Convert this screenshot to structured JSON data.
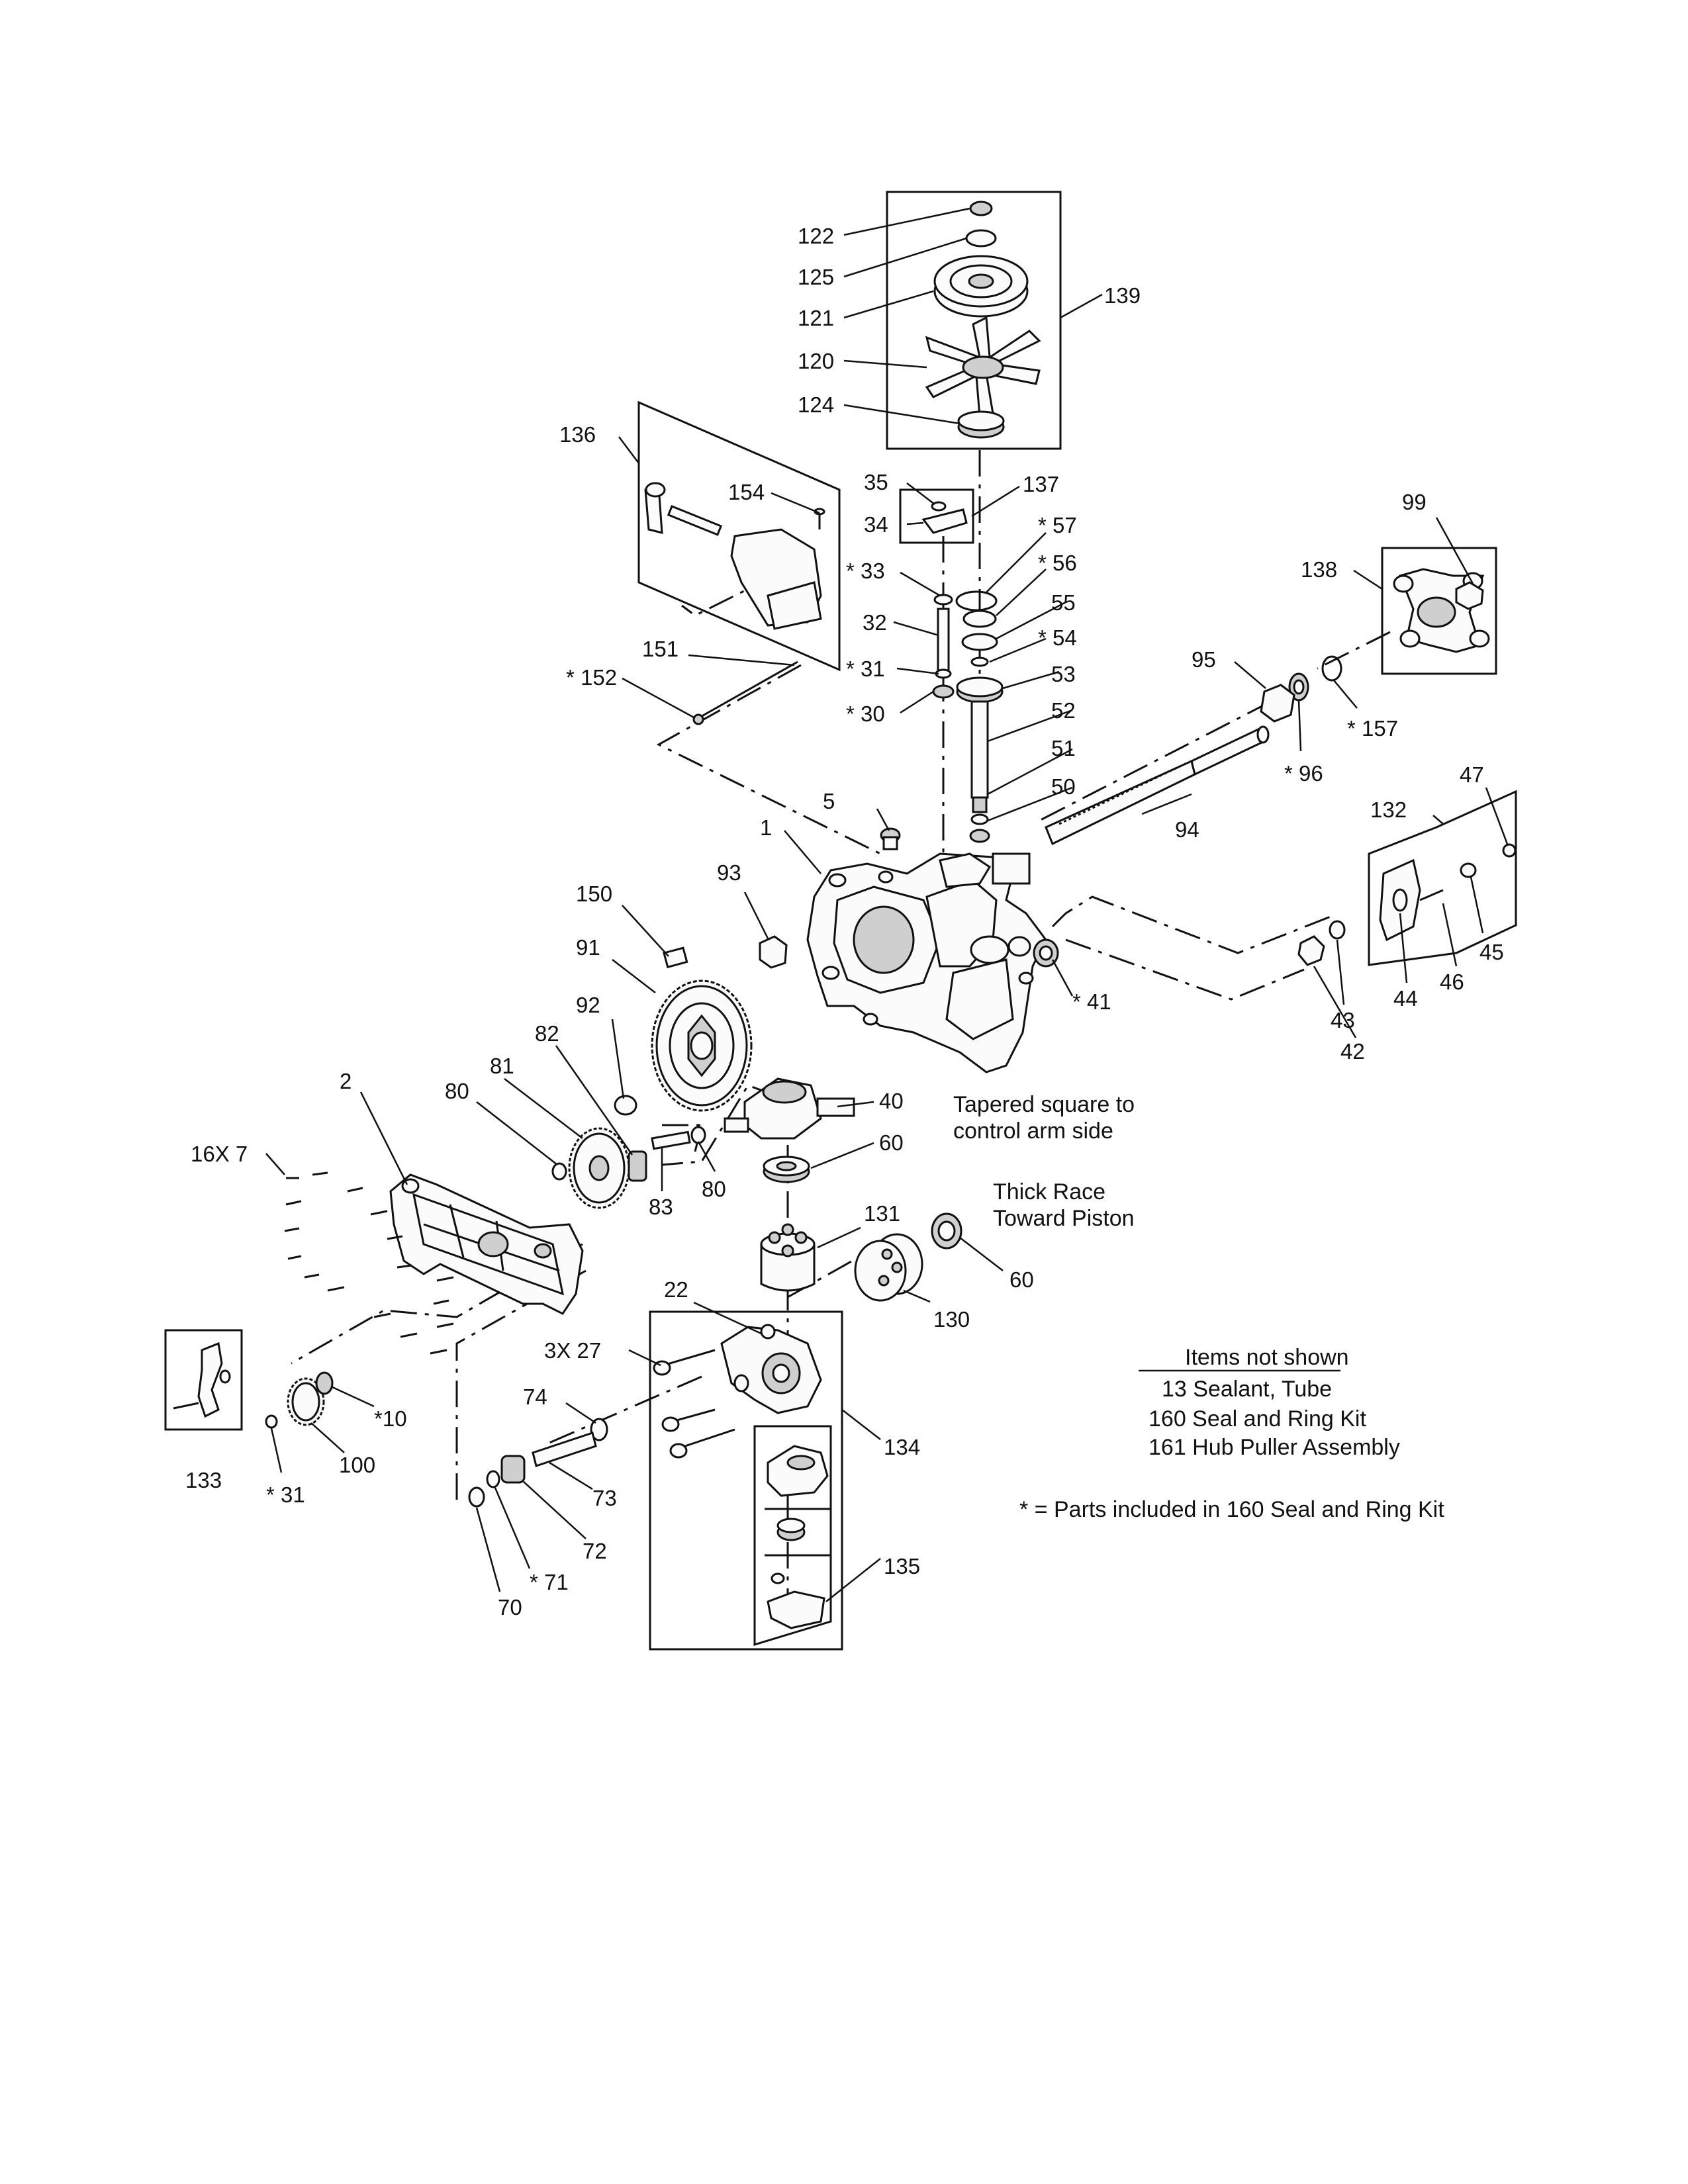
{
  "callouts": [
    {
      "id": "122",
      "text": "122"
    },
    {
      "id": "125",
      "text": "125"
    },
    {
      "id": "121",
      "text": "121"
    },
    {
      "id": "139",
      "text": "139"
    },
    {
      "id": "120",
      "text": "120"
    },
    {
      "id": "124",
      "text": "124"
    },
    {
      "id": "136",
      "text": "136"
    },
    {
      "id": "154",
      "text": "154"
    },
    {
      "id": "35",
      "text": "35"
    },
    {
      "id": "137",
      "text": "137"
    },
    {
      "id": "34",
      "text": "34"
    },
    {
      "id": "57",
      "text": "* 57"
    },
    {
      "id": "33",
      "text": "* 33"
    },
    {
      "id": "56",
      "text": "* 56"
    },
    {
      "id": "55",
      "text": "55"
    },
    {
      "id": "99",
      "text": "99"
    },
    {
      "id": "138",
      "text": "138"
    },
    {
      "id": "32",
      "text": "32"
    },
    {
      "id": "54",
      "text": "* 54"
    },
    {
      "id": "151",
      "text": "151"
    },
    {
      "id": "31a",
      "text": "* 31"
    },
    {
      "id": "53",
      "text": "53"
    },
    {
      "id": "95",
      "text": "95"
    },
    {
      "id": "152",
      "text": "* 152"
    },
    {
      "id": "30",
      "text": "* 30"
    },
    {
      "id": "52",
      "text": "52"
    },
    {
      "id": "157",
      "text": "* 157"
    },
    {
      "id": "96",
      "text": "* 96"
    },
    {
      "id": "51",
      "text": "51"
    },
    {
      "id": "50",
      "text": "50"
    },
    {
      "id": "47",
      "text": "47"
    },
    {
      "id": "5",
      "text": "5"
    },
    {
      "id": "132",
      "text": "132"
    },
    {
      "id": "94",
      "text": "94"
    },
    {
      "id": "1",
      "text": "1"
    },
    {
      "id": "93",
      "text": "93"
    },
    {
      "id": "150",
      "text": "150"
    },
    {
      "id": "45",
      "text": "45"
    },
    {
      "id": "91",
      "text": "91"
    },
    {
      "id": "46",
      "text": "46"
    },
    {
      "id": "41",
      "text": "* 41"
    },
    {
      "id": "44",
      "text": "44"
    },
    {
      "id": "92",
      "text": "92"
    },
    {
      "id": "43",
      "text": "43"
    },
    {
      "id": "82",
      "text": "82"
    },
    {
      "id": "42",
      "text": "42"
    },
    {
      "id": "81",
      "text": "81"
    },
    {
      "id": "2",
      "text": "2"
    },
    {
      "id": "80a",
      "text": "80"
    },
    {
      "id": "40",
      "text": "40"
    },
    {
      "id": "16x7",
      "text": "16X 7"
    },
    {
      "id": "60a",
      "text": "60"
    },
    {
      "id": "80b",
      "text": "80"
    },
    {
      "id": "83",
      "text": "83"
    },
    {
      "id": "131",
      "text": "131"
    },
    {
      "id": "60b",
      "text": "60"
    },
    {
      "id": "22",
      "text": "22"
    },
    {
      "id": "130",
      "text": "130"
    },
    {
      "id": "3x27",
      "text": "3X 27"
    },
    {
      "id": "74",
      "text": "74"
    },
    {
      "id": "10",
      "text": "*10"
    },
    {
      "id": "134",
      "text": "134"
    },
    {
      "id": "100",
      "text": "100"
    },
    {
      "id": "133",
      "text": "133"
    },
    {
      "id": "31b",
      "text": "* 31"
    },
    {
      "id": "73",
      "text": "73"
    },
    {
      "id": "72",
      "text": "72"
    },
    {
      "id": "71",
      "text": "* 71"
    },
    {
      "id": "135",
      "text": "135"
    },
    {
      "id": "70",
      "text": "70"
    }
  ],
  "notes": {
    "tapered_line1": "Tapered square to",
    "tapered_line2": "control arm side",
    "thick_line1": "Thick Race",
    "thick_line2": "Toward Piston"
  },
  "items_not_shown": {
    "heading": "Items not shown",
    "items": [
      "13 Sealant, Tube",
      "160 Seal and Ring Kit",
      "161 Hub Puller Assembly"
    ]
  },
  "footnote": "* = Parts included in 160 Seal and Ring Kit"
}
